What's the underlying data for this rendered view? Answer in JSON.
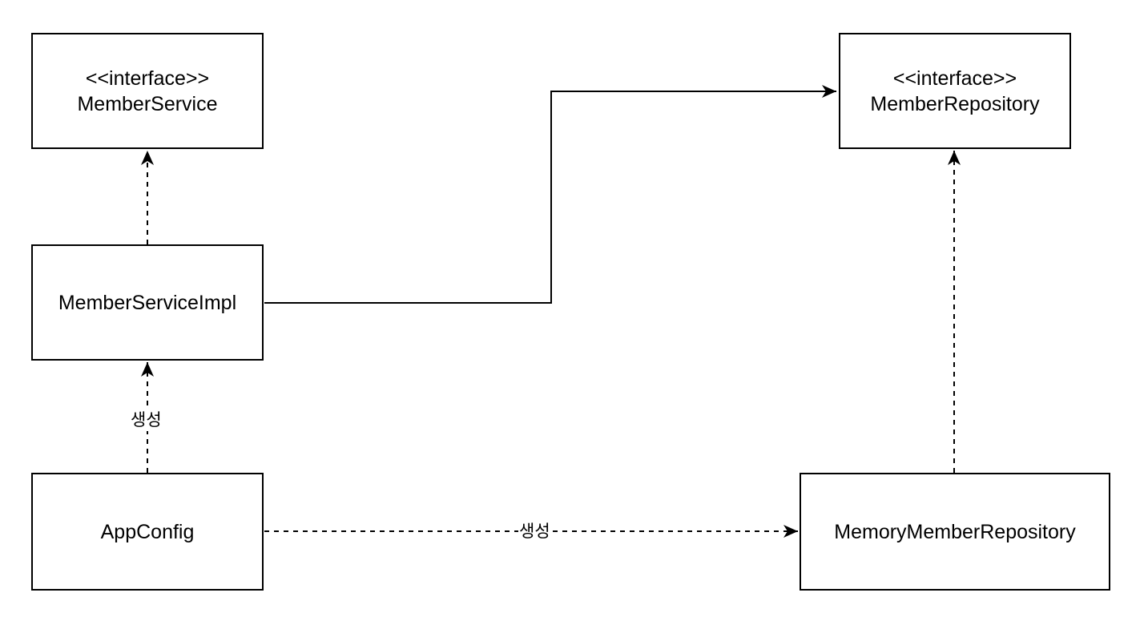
{
  "nodes": {
    "member_service": {
      "stereotype": "<<interface>>",
      "name": "MemberService"
    },
    "member_repository": {
      "stereotype": "<<interface>>",
      "name": "MemberRepository"
    },
    "member_service_impl": {
      "name": "MemberServiceImpl"
    },
    "app_config": {
      "name": "AppConfig"
    },
    "memory_member_repository": {
      "name": "MemoryMemberRepository"
    }
  },
  "edges": {
    "impl_realizes_service": {
      "style": "dashed"
    },
    "impl_uses_repository": {
      "style": "solid"
    },
    "config_creates_impl": {
      "style": "dashed",
      "label": "생성"
    },
    "config_creates_memory_repo": {
      "style": "dashed",
      "label": "생성"
    },
    "memory_repo_realizes_repository": {
      "style": "dashed"
    }
  },
  "colors": {
    "line": "#000000",
    "background": "#ffffff"
  }
}
